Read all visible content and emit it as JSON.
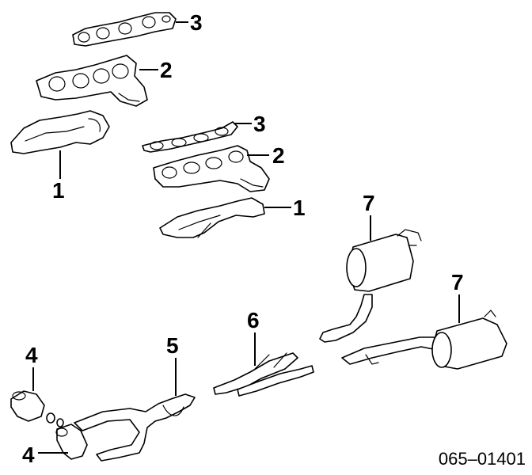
{
  "callouts": {
    "gasket_upper_left": "3",
    "manifold_cover_upper_left": "2",
    "manifold_upper_left": "1",
    "gasket_right": "3",
    "manifold_cover_right": "2",
    "manifold_right": "1",
    "muffler_front": "7",
    "muffler_rear": "7",
    "center_pipe": "6",
    "front_pipe": "5",
    "converter_upper": "4",
    "converter_lower": "4"
  },
  "diagram_number": "065–01401"
}
